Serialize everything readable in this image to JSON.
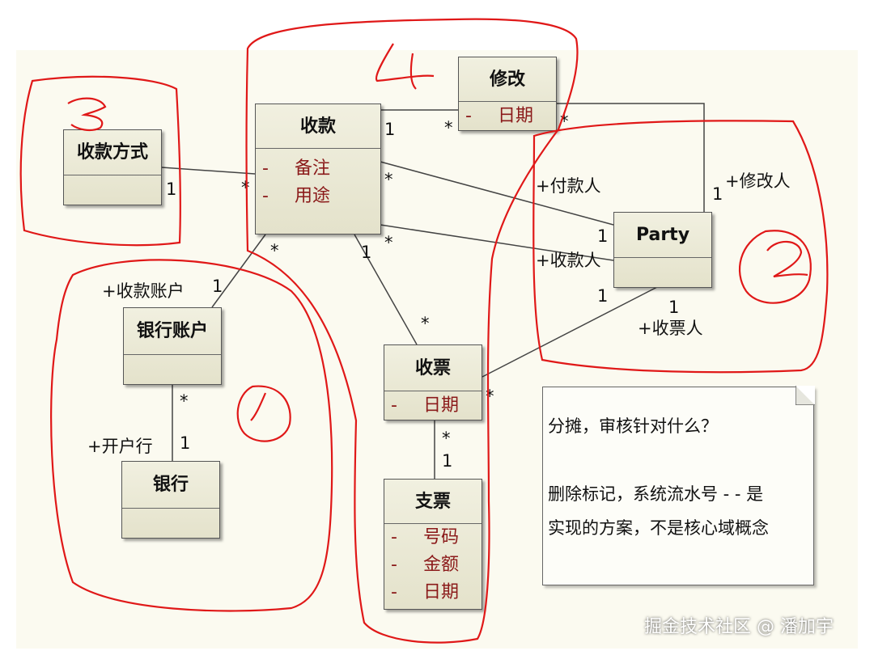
{
  "classes": {
    "shoukuan": {
      "name": "收款",
      "attrs": [
        "备注",
        "用途"
      ]
    },
    "xiugai": {
      "name": "修改",
      "attrs": [
        "日期"
      ]
    },
    "shoukuan_fangshi": {
      "name": "收款方式"
    },
    "party": {
      "name": "Party"
    },
    "yinhang_zhanghu": {
      "name": "银行账户"
    },
    "yinhang": {
      "name": "银行"
    },
    "shoupiao": {
      "name": "收票",
      "attrs": [
        "日期"
      ]
    },
    "zhipiao": {
      "name": "支票",
      "attrs": [
        "号码",
        "金额",
        "日期"
      ]
    }
  },
  "attr_dash": "-",
  "labels": {
    "m_fangshi_1": "1",
    "m_shoukuan_star_left": "*",
    "m_shoukuan_1_top": "1",
    "m_xiugai_star_left": "*",
    "m_xiugai_star_right": "*",
    "m_shoukuan_star_r1": "*",
    "m_shoukuan_star_r2": "*",
    "role_fukuanren": "+付款人",
    "role_xiugairen": "+修改人",
    "m_party_1_modify": "1",
    "m_party_1_pay": "1",
    "role_shoukuanren": "+收款人",
    "m_party_1_recv": "1",
    "m_party_1_ticket": "1",
    "role_shoupiaoren": "+收票人",
    "m_shoukuan_star_bottom": "*",
    "m_shoukuan_1_bottom": "1",
    "role_shoukuan_zhanghu": "+收款账户",
    "m_zhanghu_1": "1",
    "m_shoupiao_star_top": "*",
    "m_shoupiao_star_right": "*",
    "m_zhanghu_star": "*",
    "role_kaihuhang": "+开户行",
    "m_yinhang_1": "1",
    "m_shoupiao_star_bottom": "*",
    "m_zhipiao_1": "1"
  },
  "note": {
    "lines": [
      "分摊，审核针对什么？",
      "删除标记，系统流水号 - - 是",
      "实现的方案，不是核心域概念"
    ]
  },
  "watermark": "掘金技术社区 @ 潘加宇",
  "colors": {
    "annotation": "#e01818",
    "attribute": "#8b1a1a",
    "class_fill": "#e9e7d2"
  }
}
